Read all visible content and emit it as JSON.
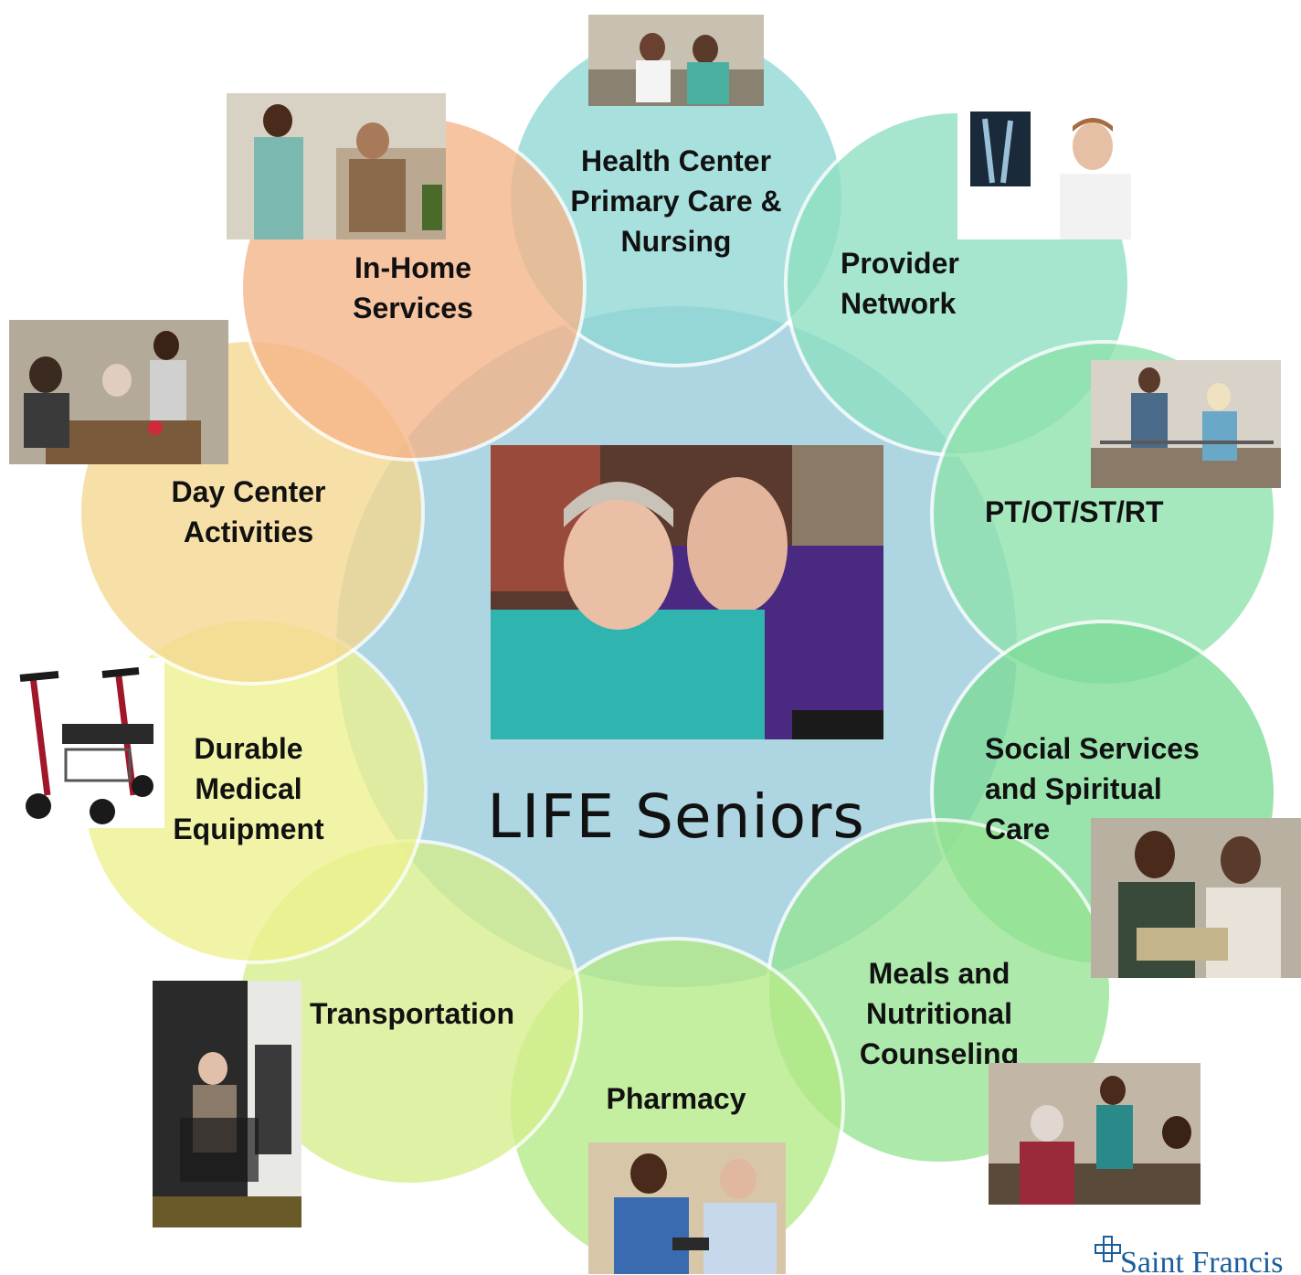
{
  "center": {
    "title": "LIFE  Seniors"
  },
  "services": [
    {
      "id": "health-center",
      "label": "Health Center\nPrimary Care &\nNursing",
      "color": "#8fd8d4"
    },
    {
      "id": "provider-network",
      "label": "Provider\nNetwork",
      "color": "#8ee0c2"
    },
    {
      "id": "pt-ot-st-rt",
      "label": "PT/OT/ST/RT",
      "color": "#8ee2ac"
    },
    {
      "id": "social-services",
      "label": "Social Services\nand Spiritual\nCare",
      "color": "#7ddc97"
    },
    {
      "id": "meals",
      "label": "Meals and\nNutritional\nCounseling",
      "color": "#97e493"
    },
    {
      "id": "pharmacy",
      "label": "Pharmacy",
      "color": "#b4ea86"
    },
    {
      "id": "transportation",
      "label": "Transportation",
      "color": "#d5ee8c"
    },
    {
      "id": "dme",
      "label": "Durable\nMedical\nEquipment",
      "color": "#eef28f"
    },
    {
      "id": "day-center",
      "label": "Day Center\nActivities",
      "color": "#f6d890"
    },
    {
      "id": "in-home",
      "label": "In-Home\nServices",
      "color": "#f6b489"
    }
  ],
  "logo": {
    "text": "Saint Francis"
  },
  "colors": {
    "center": "#a6d3e0",
    "logo": "#1a5e9a"
  }
}
